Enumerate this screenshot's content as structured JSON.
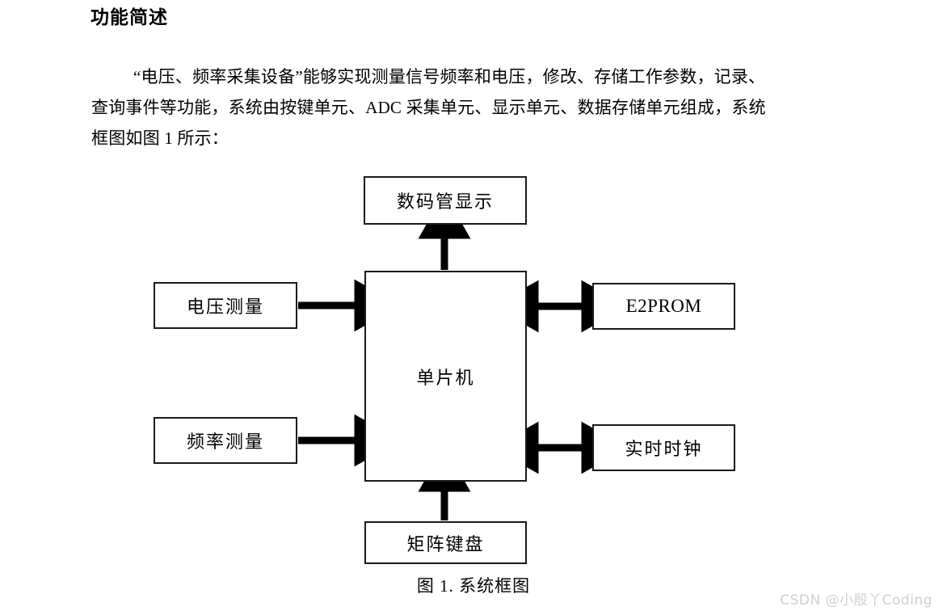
{
  "document": {
    "title": "功能简述",
    "paragraph_lines": [
      "“电压、频率采集设备”能够实现测量信号频率和电压，修改、存储工作参数，记录、",
      "查询事件等功能，系统由按键单元、ADC 采集单元、显示单元、数据存储单元组成，系统",
      "框图如图 1 所示："
    ]
  },
  "diagram": {
    "caption": "图 1. 系统框图",
    "nodes": [
      {
        "id": "display",
        "label": "数码管显示"
      },
      {
        "id": "voltage",
        "label": "电压测量"
      },
      {
        "id": "frequency",
        "label": "频率测量"
      },
      {
        "id": "mcu",
        "label": "单片机"
      },
      {
        "id": "eeprom",
        "label": "E2PROM"
      },
      {
        "id": "rtc",
        "label": "实时时钟"
      },
      {
        "id": "keypad",
        "label": "矩阵键盘"
      }
    ],
    "connections": [
      {
        "from": "mcu",
        "to": "display",
        "arrow": "single-up"
      },
      {
        "from": "voltage",
        "to": "mcu",
        "arrow": "single-right"
      },
      {
        "from": "frequency",
        "to": "mcu",
        "arrow": "single-right"
      },
      {
        "from": "mcu",
        "to": "eeprom",
        "arrow": "double"
      },
      {
        "from": "mcu",
        "to": "rtc",
        "arrow": "double"
      },
      {
        "from": "keypad",
        "to": "mcu",
        "arrow": "single-up"
      }
    ],
    "stroke_color": "#1a1a1a",
    "fill_color": "#ffffff"
  },
  "watermark": {
    "text": "CSDN @小殷丫Coding",
    "color": "#cfcfcf"
  }
}
